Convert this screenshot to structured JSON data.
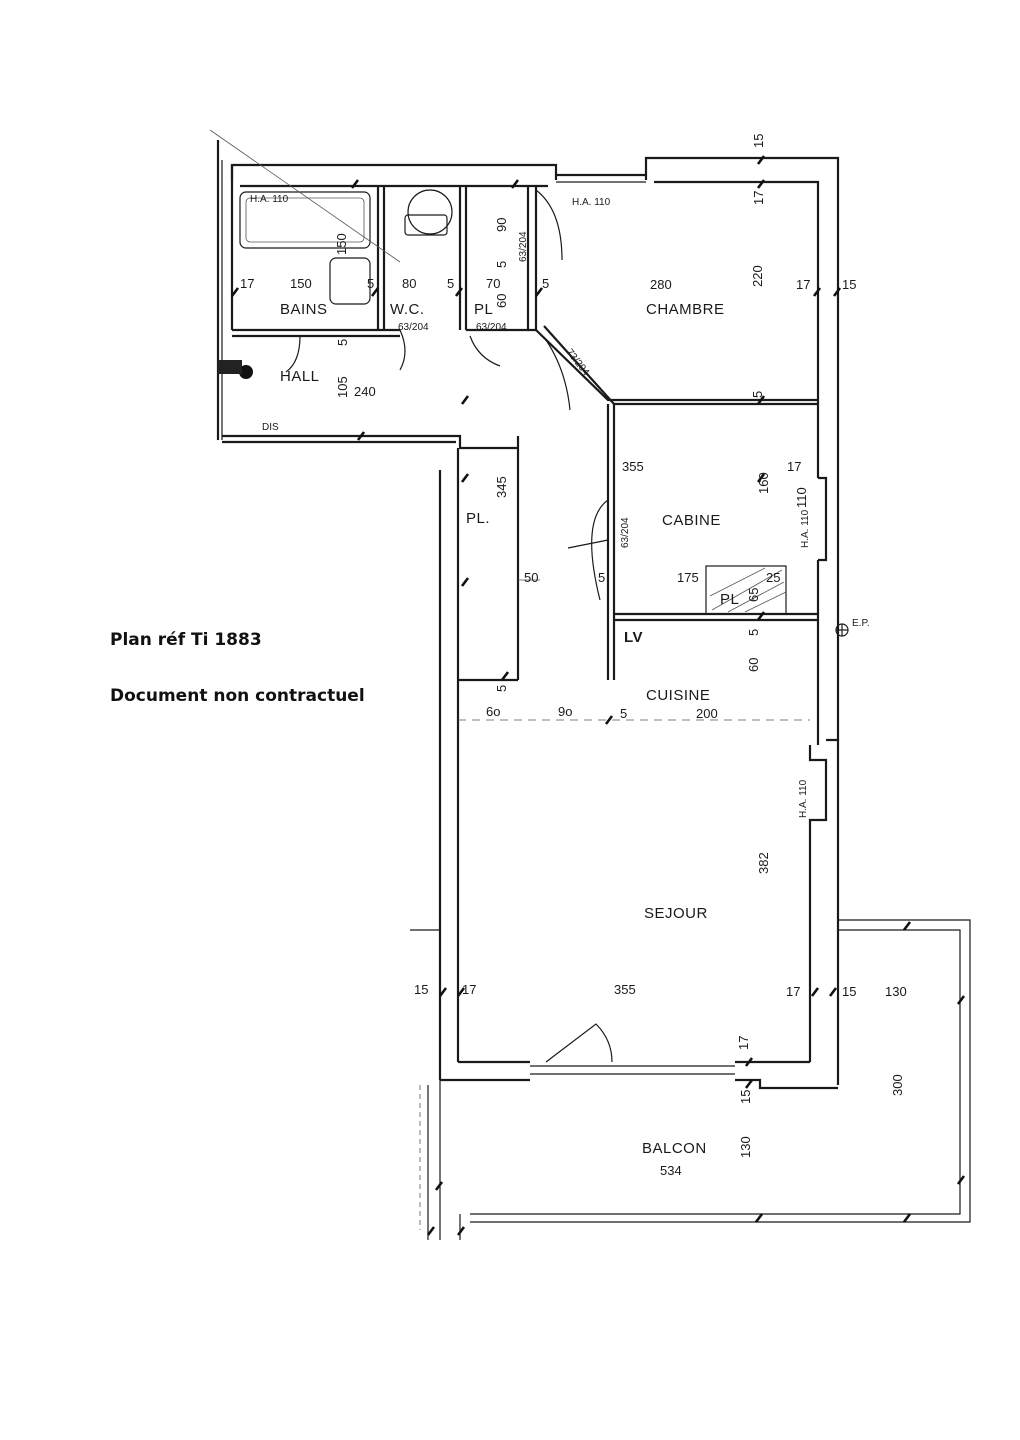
{
  "captions": {
    "plan_ref": "Plan réf Ti 1883",
    "disclaimer": "Document non contractuel"
  },
  "rooms": {
    "bains": "BAINS",
    "wc": "W.C.",
    "pl_top": "PL",
    "chambre": "CHAMBRE",
    "hall": "HALL",
    "dis": "DIS",
    "pl_left": "PL.",
    "cabine": "CABINE",
    "pl_cabine": "PL",
    "lv": "LV",
    "cuisine": "CUISINE",
    "sejour": "SEJOUR",
    "balcon": "BALCON",
    "ep": "E.P."
  },
  "labels": {
    "ha_bains": "H.A. 110",
    "ha_chambre": "H.A. 110",
    "ha_cabine": "H.A. 110",
    "ha_sejour": "H.A. 110"
  },
  "dimensions": {
    "d15_top": "15",
    "d17_top": "17",
    "bains_w": "150",
    "bains_h": "150",
    "d17_bains": "17",
    "d5_bains": "5",
    "wc_w": "80",
    "d5_wc": "5",
    "d70": "70",
    "d90": "90",
    "d5_pl": "5",
    "d60": "60",
    "d5_pl2": "5",
    "door_wc": "63/204",
    "door_pl": "63/204",
    "door_pl_v": "63/204",
    "chambre_w": "280",
    "chambre_h": "220",
    "d17_chambre": "17",
    "d15_chambre": "15",
    "d5_hall": "5",
    "hall_h": "105",
    "hall_w": "240",
    "door_73": "73/204",
    "d5_chambre_low": "5",
    "cabine_w": "355",
    "cabine_h": "160",
    "d17_cabine": "17",
    "d110_cabine": "110",
    "pl_h": "345",
    "door_cabine": "63/204",
    "d50": "50",
    "d5_cabine": "5",
    "d175": "175",
    "d65": "65",
    "d25": "25",
    "d5_lv": "5",
    "d60_cuisine": "60",
    "d5_cuis": "5",
    "d60_low": "6o",
    "d90_low": "9o",
    "d5_low": "5",
    "cuisine_w": "200",
    "sejour_h": "382",
    "d15_sejour": "15",
    "d17_sejour": "17",
    "sejour_w": "355",
    "d17_sejour_r": "17",
    "d15_sejour_r": "15",
    "d130_right": "130",
    "d300": "300",
    "d17_bottom": "17",
    "d15_bottom": "15",
    "balcon_depth": "130",
    "balcon_w": "534"
  }
}
